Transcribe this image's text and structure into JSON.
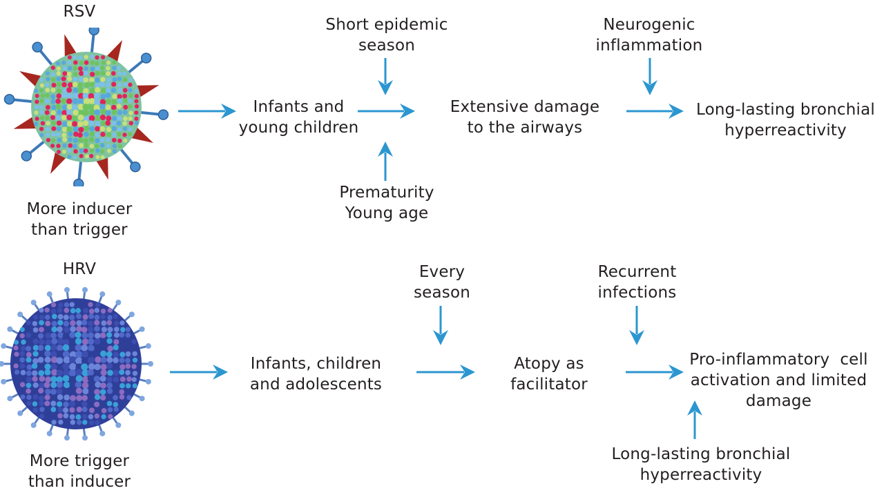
{
  "rsv": {
    "name": "RSV",
    "caption": "More inducer\nthan trigger",
    "group": "Infants and\nyoung children",
    "top_factor": "Short epidemic\nseason",
    "bottom_factor": "Prematurity\nYoung age",
    "middle": "Extensive damage\nto the airways",
    "middle_factor": "Neurogenic\ninflammation",
    "outcome": "Long-lasting bronchial\nhyperreactivity"
  },
  "hrv": {
    "name": "HRV",
    "caption": "More trigger\nthan inducer",
    "group": "Infants, children\nand adolescents",
    "top_factor": "Every\nseason",
    "middle": "Atopy as\nfacilitator",
    "middle_factor": "Recurrent\ninfections",
    "outcome": "Pro-inflammatory  cell\nactivation and limited\ndamage",
    "outcome_factor": "Long-lasting bronchial\nhyperreactivity"
  },
  "colors": {
    "arrow": "#2b96d0",
    "text": "#231f20",
    "rsv_spike": "#a6271f",
    "rsv_stalk": "#3d79b8",
    "rsv_balls": [
      "#e0245e",
      "#6fc35f",
      "#7dc0ea",
      "#c8e07a",
      "#58a8df"
    ],
    "hrv_balls": [
      "#3c4fb0",
      "#5069c8",
      "#2e3f97",
      "#6b85d8",
      "#8b6cc0",
      "#3aa0d8"
    ],
    "hrv_spike": "#5a7fc0"
  }
}
